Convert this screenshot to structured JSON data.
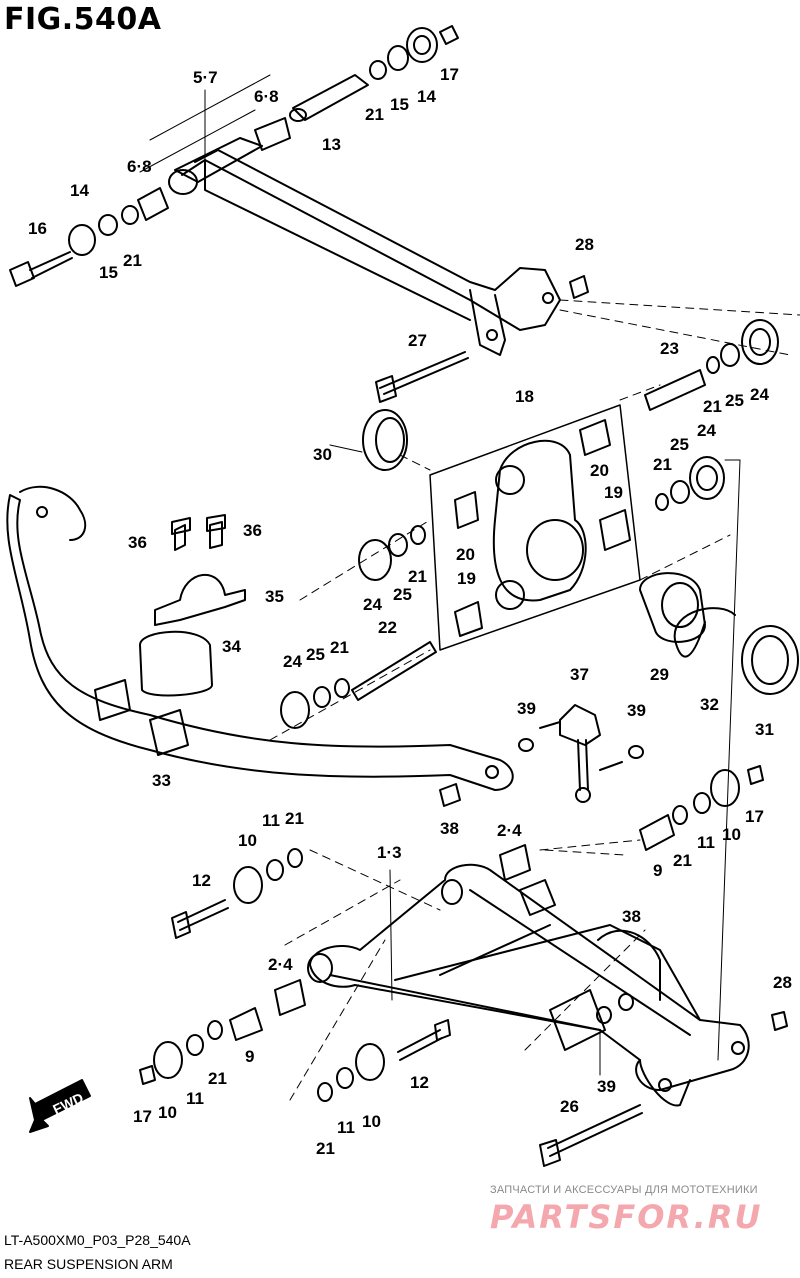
{
  "figure": {
    "title": "FIG.540A",
    "code": "LT-A500XM0_P03_P28_540A",
    "subtitle": "REAR SUSPENSION ARM"
  },
  "direction_marker": "FWD",
  "watermark": {
    "tagline": "ЗАПЧАСТИ И АКСЕССУАРЫ ДЛЯ МОТОТЕХНИКИ",
    "logo_text": "PARTSFOR.RU",
    "color": "#f4a7ad"
  },
  "callouts": [
    "5·7",
    "6·8",
    "6·8",
    "13",
    "21",
    "15",
    "14",
    "17",
    "14",
    "16",
    "15",
    "21",
    "28",
    "27",
    "23",
    "21",
    "25",
    "24",
    "18",
    "30",
    "20",
    "21",
    "25",
    "24",
    "19",
    "20",
    "36",
    "36",
    "35",
    "21",
    "24",
    "25",
    "19",
    "22",
    "34",
    "24",
    "25",
    "21",
    "29",
    "32",
    "31",
    "37",
    "39",
    "39",
    "33",
    "38",
    "21",
    "11",
    "10",
    "12",
    "2·4",
    "1·3",
    "9",
    "21",
    "11",
    "10",
    "17",
    "38",
    "2·4",
    "28",
    "9",
    "21",
    "11",
    "10",
    "17",
    "39",
    "12",
    "26",
    "21",
    "11",
    "10"
  ]
}
